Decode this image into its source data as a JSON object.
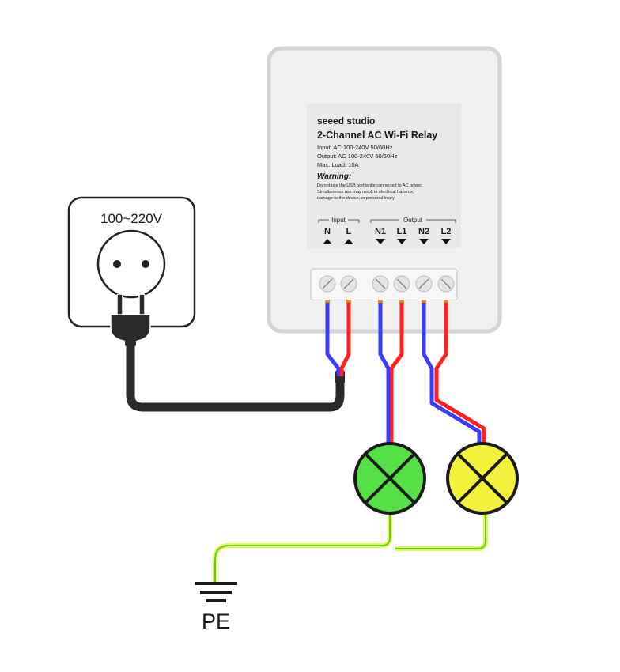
{
  "socket": {
    "voltage_label": "100~220V"
  },
  "relay": {
    "brand": "seeed studio",
    "title": "2-Channel AC Wi-Fi Relay",
    "specs": [
      "Input: AC 100-240V  50/60Hz",
      "Output: AC 100-240V  50/60Hz",
      "Max. Load: 10A"
    ],
    "warning_title": "Warning:",
    "warning_lines": [
      "Do not use the USB port while connected to AC power.",
      "Simultaneous use may result in electrical hazards,",
      "damage to the device, or personal injury."
    ],
    "input_group": "Input",
    "output_group": "Output",
    "input_terminals": [
      "N",
      "L"
    ],
    "output_terminals": [
      "N1",
      "L1",
      "N2",
      "L2"
    ]
  },
  "ground": {
    "label": "PE"
  },
  "colors": {
    "neutral_wire": "#3b3bff",
    "live_wire": "#ff2020",
    "earth_wire_outer": "#f2f23a",
    "earth_wire_inner": "#4fd14f",
    "lamp1_fill": "#55e045",
    "lamp2_fill": "#f2f23c",
    "cable": "#2a2a2a"
  }
}
